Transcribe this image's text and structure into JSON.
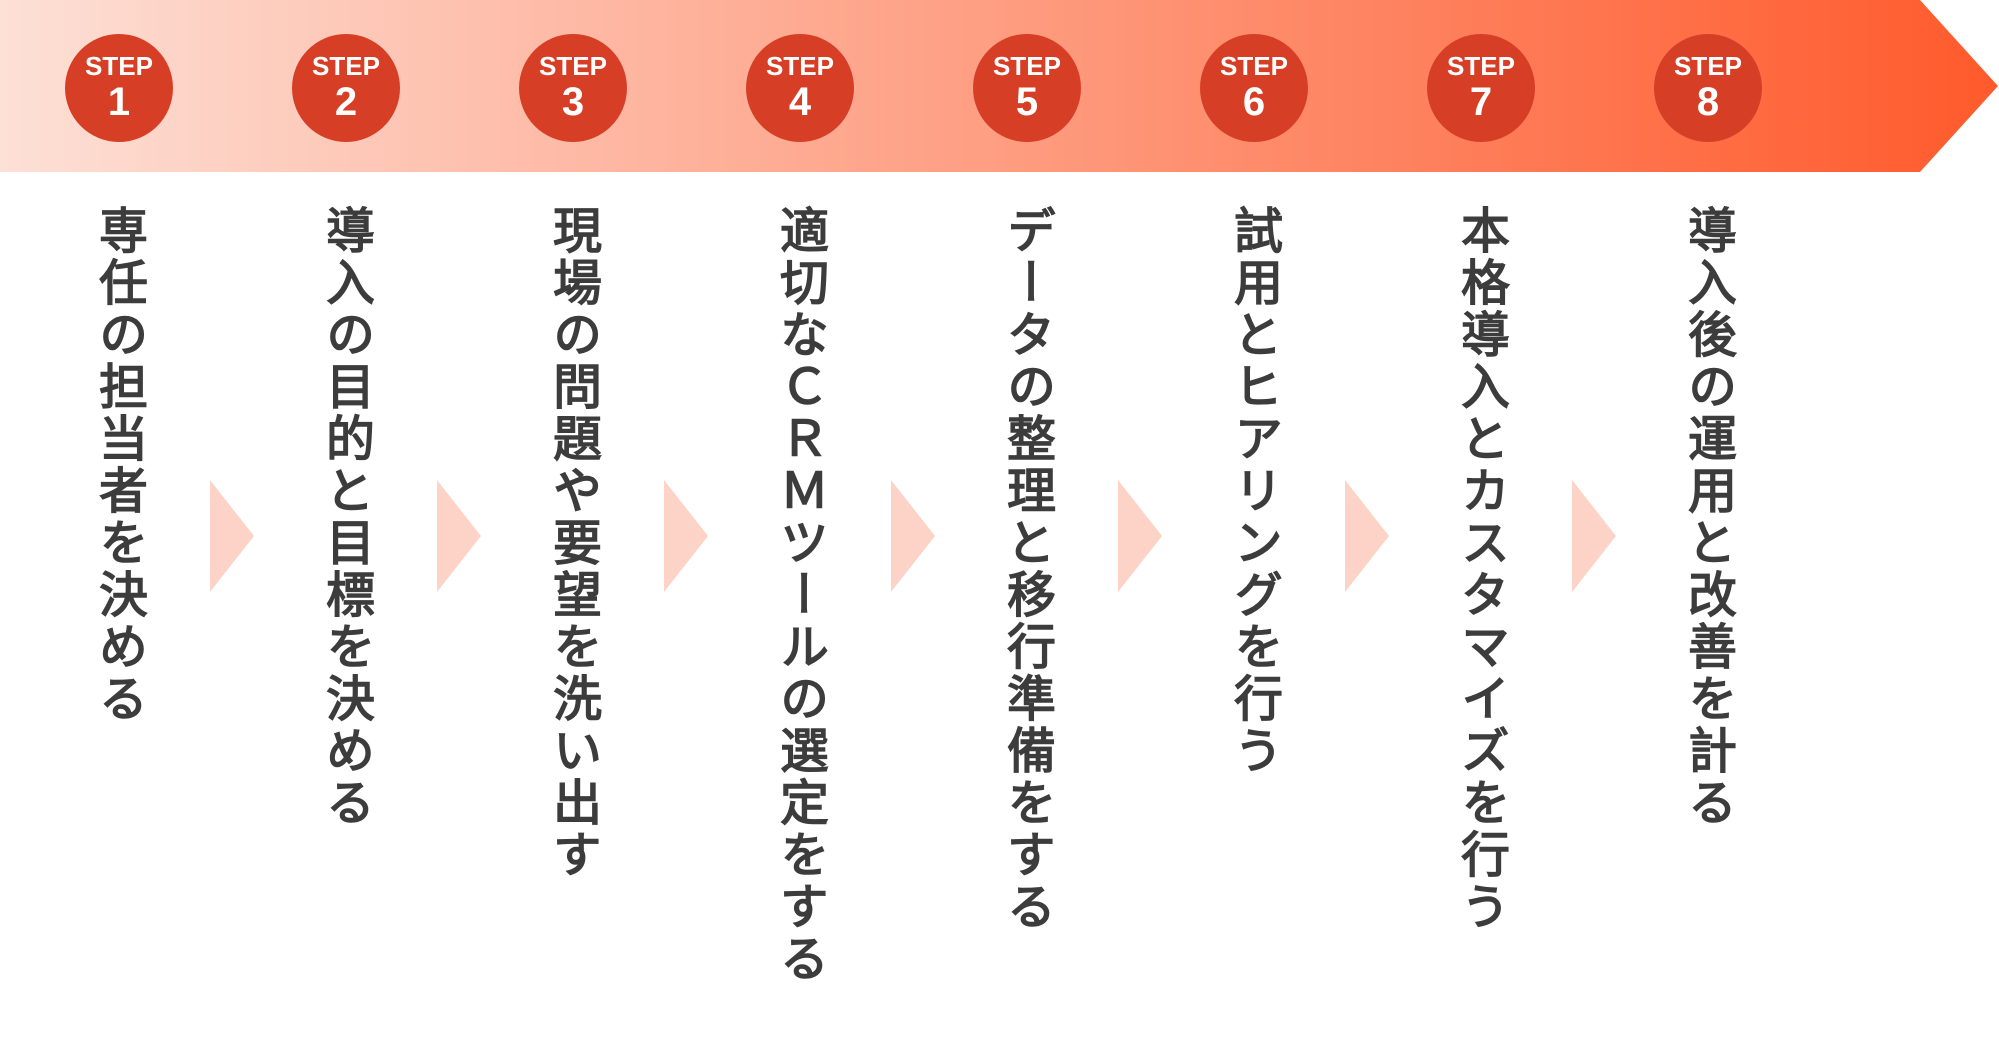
{
  "flow": {
    "step_prefix": "STEP",
    "steps": [
      {
        "number": "1",
        "text": "専任の担当者を決める"
      },
      {
        "number": "2",
        "text": "導入の目的と目標を決める"
      },
      {
        "number": "3",
        "text": "現場の問題や要望を洗い出す"
      },
      {
        "number": "4",
        "text": "適切なＣＲＭツールの選定をする"
      },
      {
        "number": "5",
        "text": "データの整理と移行準備をする"
      },
      {
        "number": "6",
        "text": "試用とヒアリングを行う"
      },
      {
        "number": "7",
        "text": "本格導入とカスタマイズを行う"
      },
      {
        "number": "8",
        "text": "導入後の運用と改善を計る"
      }
    ]
  },
  "colors": {
    "band_start": "#fde0d6",
    "band_end": "#ff5a2c",
    "circle": "#d63f26",
    "chevron": "#fdd3c7",
    "text": "#3c3c3c"
  }
}
